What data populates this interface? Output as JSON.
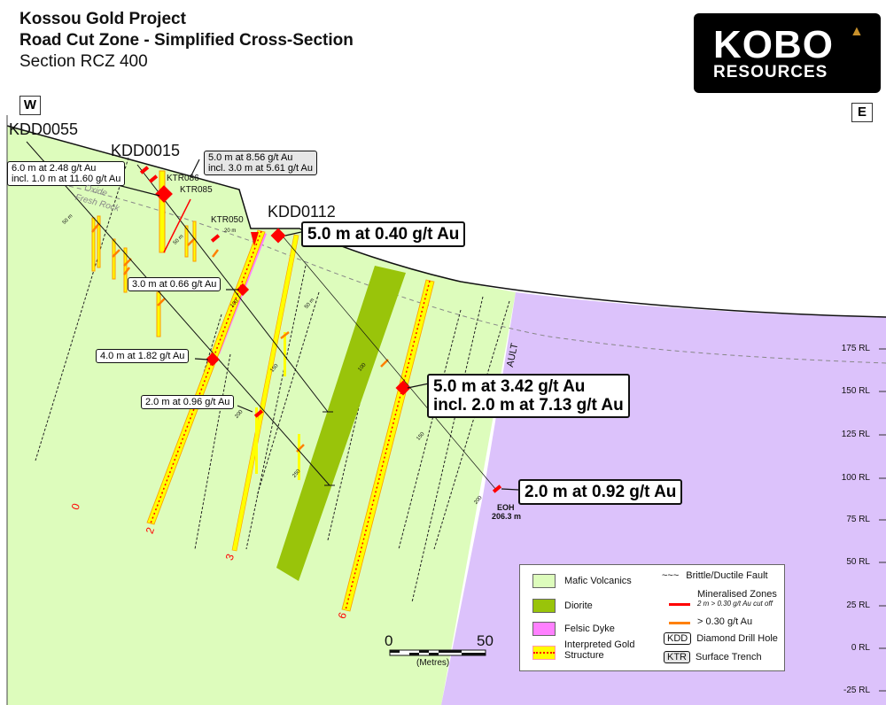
{
  "header": {
    "title1": "Kossou Gold Project",
    "title2": "Road Cut Zone - Simplified Cross-Section",
    "section": "Section RCZ 400"
  },
  "logo": {
    "line1": "KOBO",
    "line2": "RESOURCES"
  },
  "directions": {
    "west": "W",
    "east": "E"
  },
  "holes": {
    "h1": "KDD0055",
    "h2": "KDD0015",
    "h3": "KDD0112"
  },
  "trenches": {
    "t1": "KTR086",
    "t2": "KTR085",
    "t3": "KTR050"
  },
  "intercepts": {
    "i1a": "6.0 m at 2.48 g/t Au",
    "i1b": "incl. 1.0 m at 11.60 g/t Au",
    "i2a": "5.0 m at 8.56 g/t Au",
    "i2b": "incl. 3.0 m at 5.61 g/t Au",
    "i3": "5.0 m at 0.40 g/t Au",
    "i4": "3.0 m at 0.66 g/t Au",
    "i5": "4.0 m at 1.82 g/t Au",
    "i6": "2.0 m at 0.96 g/t Au",
    "i7a": "5.0 m at 3.42 g/t Au",
    "i7b": "incl. 2.0 m at 7.13 g/t Au",
    "i8": "2.0 m at 0.92 g/t Au"
  },
  "weathering": {
    "oxide": "Oxide",
    "fresh": "Fresh Rock"
  },
  "eoh": {
    "label": "EOH",
    "depth": "206.3 m"
  },
  "fault_label": "AULT",
  "structures": [
    "0",
    "2",
    "3",
    "6"
  ],
  "depth_ticks": {
    "a": "50 m",
    "b": "50 m",
    "c": "20 m",
    "d": "100",
    "e": "150",
    "f": "200",
    "g": "250",
    "h": "50 m",
    "i": "100",
    "j": "150",
    "k": "200"
  },
  "rl_axis": [
    "175 RL",
    "150 RL",
    "125 RL",
    "100 RL",
    "75 RL",
    "50 RL",
    "25 RL",
    "0 RL",
    "-25 RL"
  ],
  "scale": {
    "zero": "0",
    "fifty": "50",
    "unit": "(Metres)"
  },
  "legend": {
    "mafic": "Mafic Volcanics",
    "diorite": "Diorite",
    "felsic": "Felsic Dyke",
    "gold1": "Interpreted Gold",
    "gold2": "Structure",
    "fault": "Brittle/Ductile Fault",
    "minz": "Mineralised Zones",
    "minz_note": "2 m > 0.30 g/t Au cut off",
    "over": "> 0.30 g/t Au",
    "kdd": "KDD",
    "kdd_label": "Diamond Drill Hole",
    "ktr": "KTR",
    "ktr_label": "Surface Trench"
  },
  "colors": {
    "mafic": "#ddfcbc",
    "diorite": "#99c40a",
    "felsic": "#ff80ff",
    "gold": "#ffff00",
    "purple": "#d9bcfb",
    "red": "#ff0000",
    "orange": "#ff8000"
  }
}
